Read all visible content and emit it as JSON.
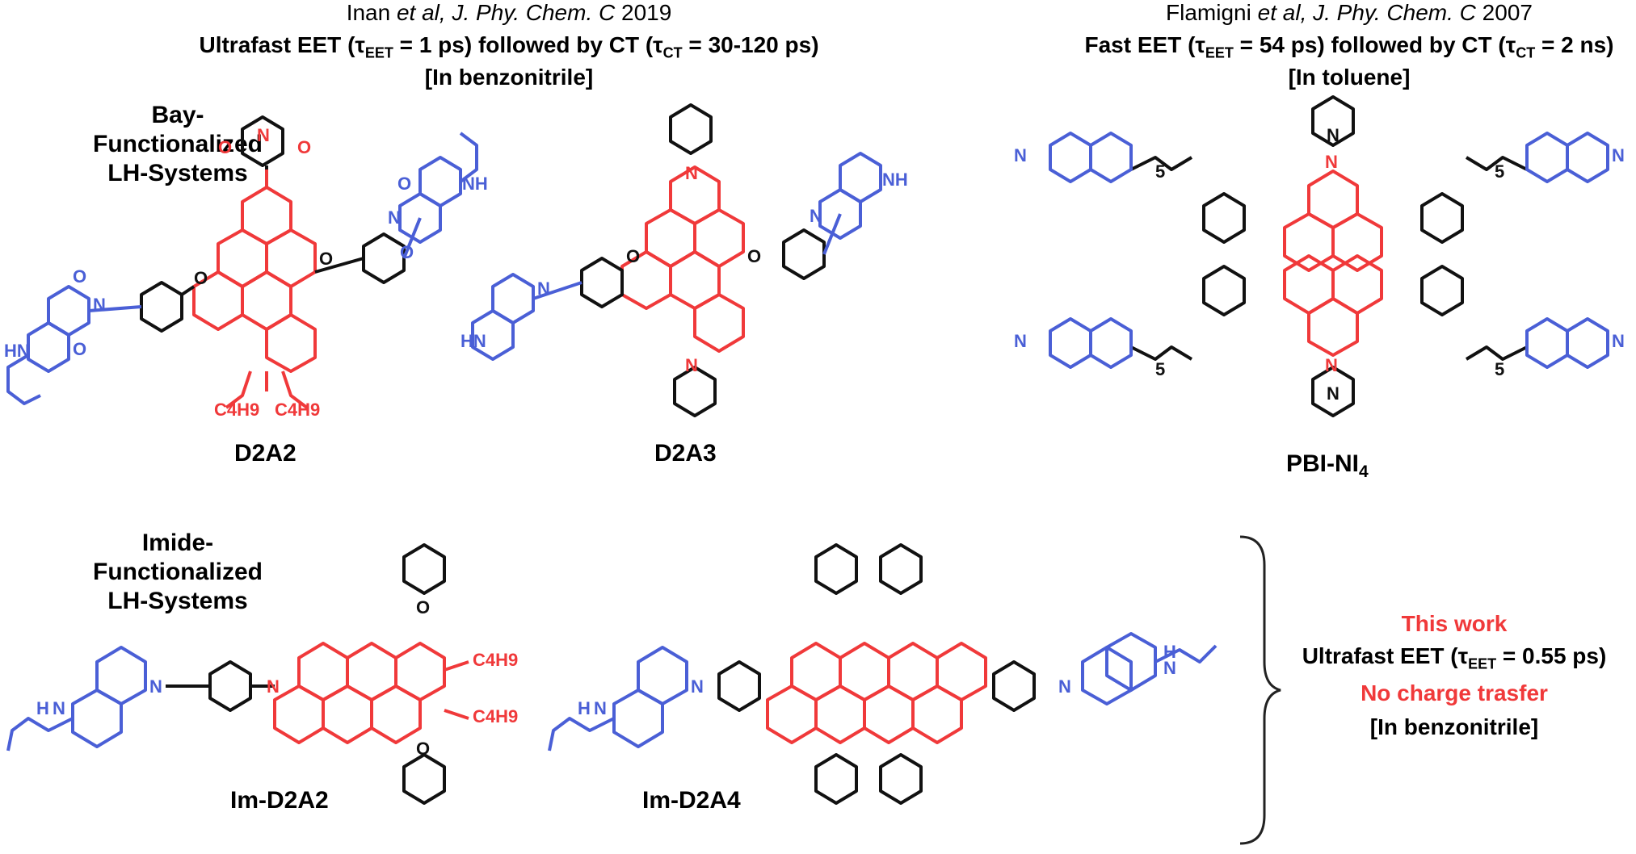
{
  "refs": {
    "left": {
      "author": "Inan ",
      "etal": "et al",
      "journal": ", J. Phy. Chem. C",
      "year": " 2019",
      "line2": "Ultrafast EET (τ",
      "line2_sub1": "EET",
      "line2_mid": " = 1 ps) followed by CT (τ",
      "line2_sub2": "CT",
      "line2_end": " = 30-120 ps)",
      "line3": "[In benzonitrile]"
    },
    "right": {
      "author": "Flamigni ",
      "etal": "et al",
      "journal": ", J. Phy. Chem. C",
      "year": " 2007",
      "line2": "Fast EET (τ",
      "line2_sub1": "EET",
      "line2_mid": " = 54 ps) followed by CT (τ",
      "line2_sub2": "CT",
      "line2_end": " = 2 ns)",
      "line3": "[In toluene]"
    }
  },
  "side_labels": {
    "bay": [
      "Bay-",
      "Functionalized",
      "LH-Systems"
    ],
    "imide": [
      "Imide-",
      "Functionalized",
      "LH-Systems"
    ]
  },
  "compounds": {
    "d2a2": "D2A2",
    "d2a3": "D2A3",
    "pbi": "PBI-NI",
    "pbi_sub": "4",
    "im_d2a2": "Im-D2A2",
    "im_d2a4": "Im-D2A4"
  },
  "this_work": {
    "title": "This work",
    "eet_pre": "Ultrafast EET (τ",
    "eet_sub": "EET",
    "eet_post": " = 0.55 ps)",
    "no_ct": "No charge trasfer",
    "solvent": "[In benzonitrile]"
  },
  "atoms": {
    "N": "N",
    "O": "O",
    "HN": "HN",
    "NH": "NH",
    "H": "H",
    "C4H9": "C4H9",
    "sub5": "5"
  },
  "colors": {
    "donor": "#4a5fd6",
    "acceptor": "#f0393a",
    "linker": "#111111"
  }
}
